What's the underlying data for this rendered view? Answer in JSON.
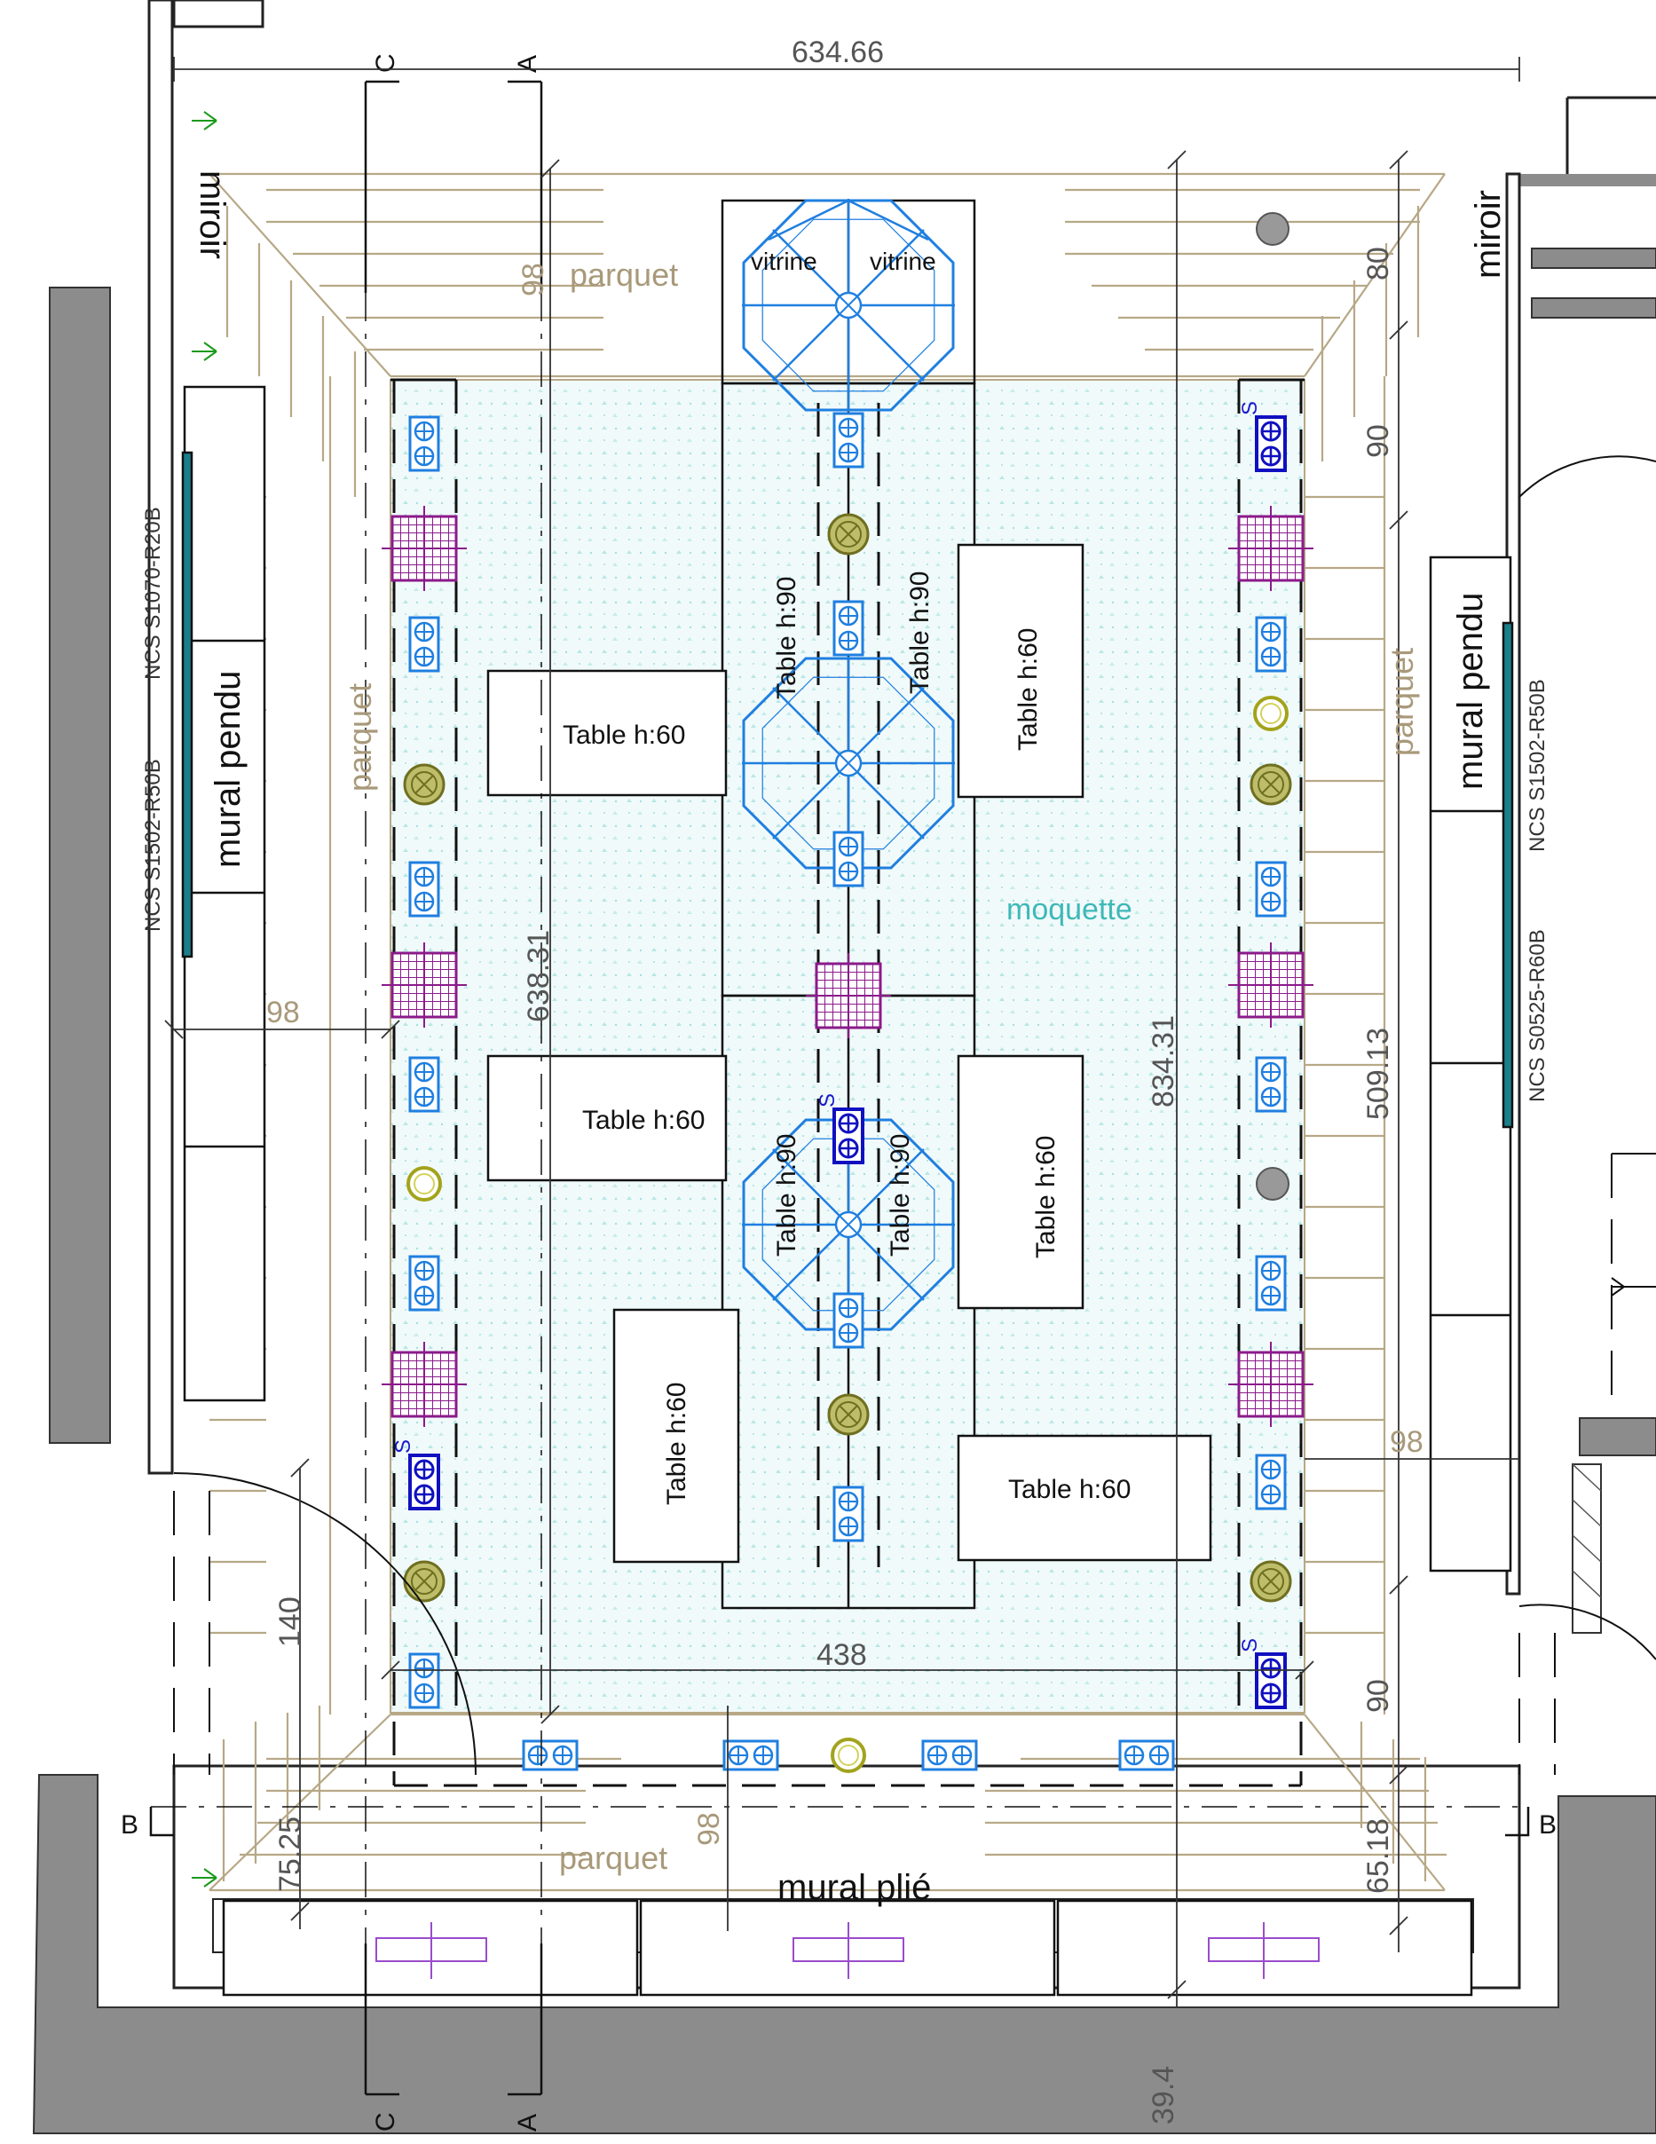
{
  "plan": {
    "dimensions": {
      "overall_width": "634.66",
      "inner_length": "638.31",
      "overall_length": "834.31",
      "inner_width": "438",
      "right_run": "509.13",
      "top_offset": "80",
      "right_upper": "90",
      "right_lower": "90",
      "left_border": "98",
      "right_border": "98",
      "top_border": "98",
      "bottom_border": "98",
      "door_width": "140",
      "bottom_left": "75.25",
      "bottom_right": "65.18",
      "bottom_edge": "39.4"
    },
    "materials": {
      "parquet": "parquet",
      "carpet": "moquette"
    },
    "walls": {
      "mirror": "miroir",
      "hanging_mural": "mural pendu",
      "folded_mural": "mural plié"
    },
    "ncs_codes": {
      "left_upper": "NCS S1070-R20B",
      "left_lower": "NCS S1502-R50B",
      "right_upper": "NCS S1502-R50B",
      "right_lower": "NCS S0525-R60B"
    },
    "furniture": {
      "low_table": "Table h:60",
      "high_table": "Table h:90",
      "display_case": "vitrine"
    },
    "sections": {
      "a": "A",
      "b": "B",
      "c": "C"
    },
    "socket_mark": "S"
  }
}
